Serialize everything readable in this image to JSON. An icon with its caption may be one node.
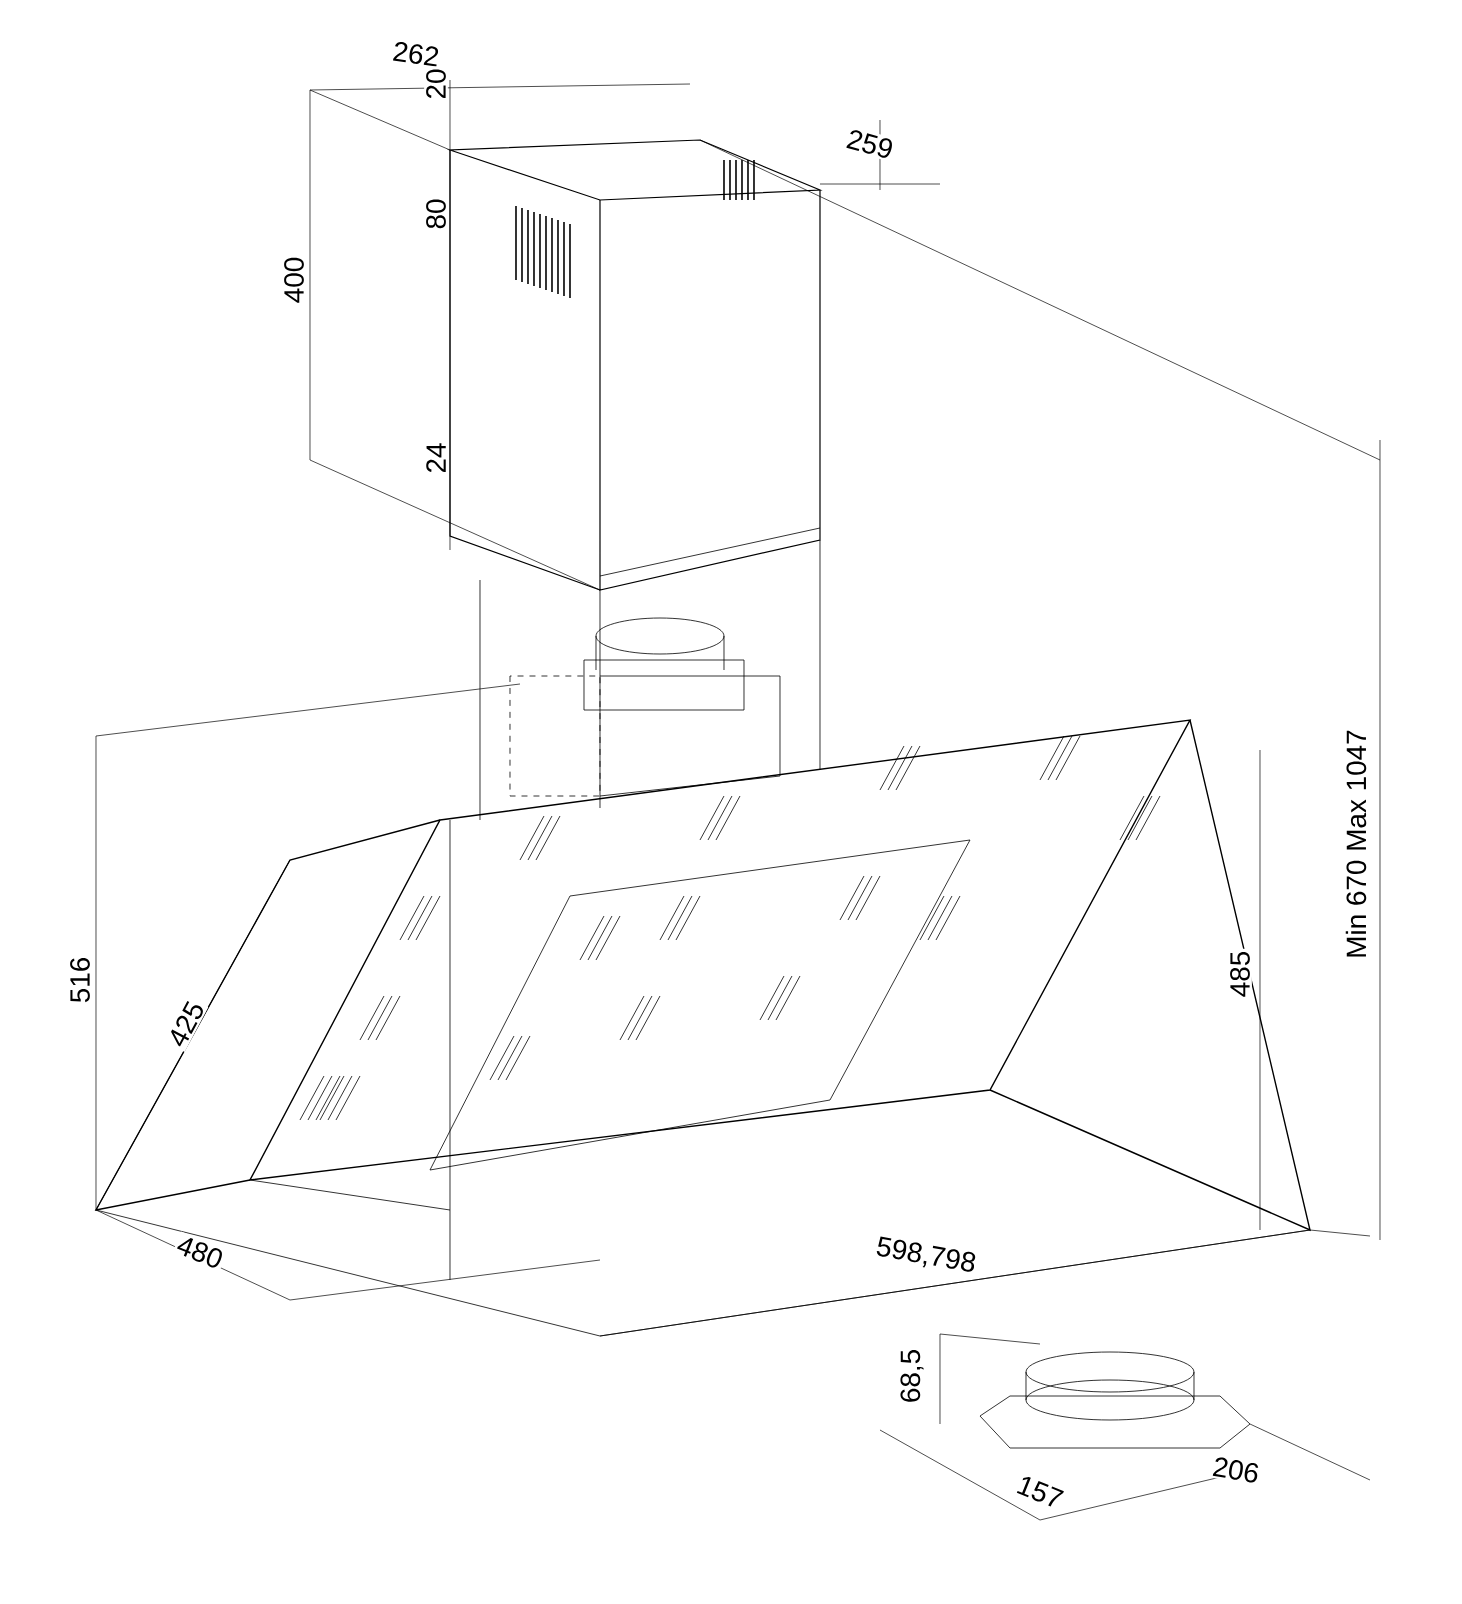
{
  "diagram": {
    "labels": [
      "262",
      "20",
      "259",
      "80",
      "400",
      "24",
      "516",
      "425",
      "485",
      "Min 670 Max 1047",
      "480",
      "598,798",
      "68,5",
      "157",
      "206"
    ]
  }
}
